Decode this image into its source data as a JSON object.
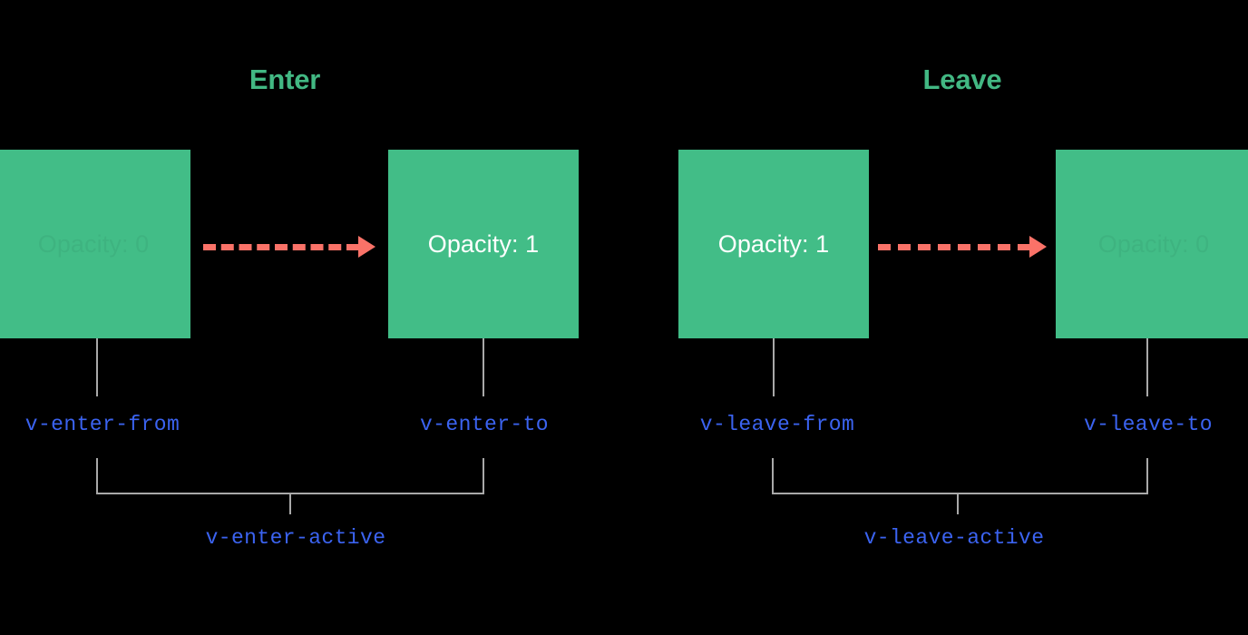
{
  "diagram": {
    "title_enter": "Enter",
    "title_leave": "Leave",
    "colors": {
      "background": "#000000",
      "box_green": "#42bd87",
      "heading_green": "#42b883",
      "arrow_red": "#fa7268",
      "label_blue": "#3b63f0",
      "connector_gray": "#a9a9a9",
      "box_text_white": "#ffffff"
    },
    "phases": [
      {
        "name": "Enter",
        "title": "Enter",
        "from_state": {
          "box_text": "Opacity: 0",
          "visible": false,
          "class_label": "v-enter-from"
        },
        "to_state": {
          "box_text": "Opacity: 1",
          "visible": true,
          "class_label": "v-enter-to"
        },
        "active_label": "v-enter-active"
      },
      {
        "name": "Leave",
        "title": "Leave",
        "from_state": {
          "box_text": "Opacity: 1",
          "visible": true,
          "class_label": "v-leave-from"
        },
        "to_state": {
          "box_text": "Opacity: 0",
          "visible": false,
          "class_label": "v-leave-to"
        },
        "active_label": "v-leave-active"
      }
    ]
  }
}
